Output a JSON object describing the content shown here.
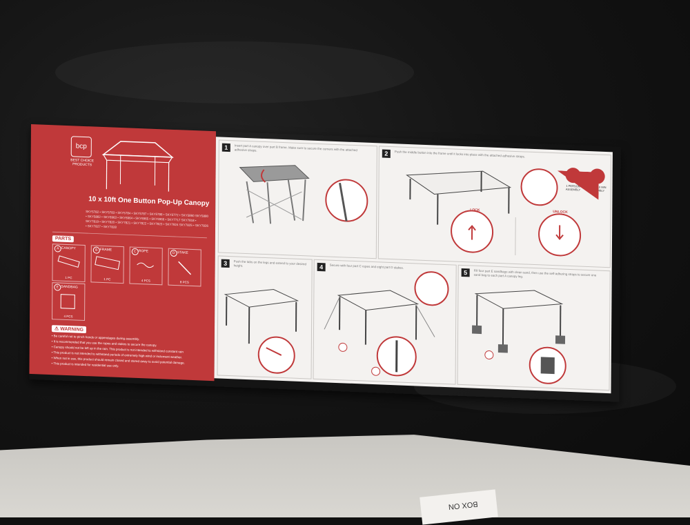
{
  "product": {
    "logo_text": "bcp",
    "logo_sub": "BEST CHOICE PRODUCTS",
    "title": "10 x 10ft One Button Pop-Up Canopy",
    "models": "SKY5782 • SKY5783 • SKY5784 • SKY5787 • SKY5788 • SKY5772 • SKY5860 SKY5880 • SKY5882 • SKY6963 • SKY6964 • SKY6965 • SKY6966 • SKY7717 SKY7818 • SKY7819 • SKY7820 • SKY7821 • SKY7822 • SKY7823 • SKY7824 SKY7825 • SKY7826 • SKY7827 • SKY7828"
  },
  "parts": {
    "header": "PARTS",
    "items": [
      {
        "letter": "A",
        "name": "CANOPY",
        "qty": "1 PC"
      },
      {
        "letter": "B",
        "name": "FRAME",
        "qty": "1 PC"
      },
      {
        "letter": "C",
        "name": "ROPE",
        "qty": "4 PCS"
      },
      {
        "letter": "D",
        "name": "STAKE",
        "qty": "8 PCS"
      },
      {
        "letter": "E",
        "name": "SANDBAG",
        "qty": "4 PCS"
      }
    ]
  },
  "warning": {
    "header": "WARNING",
    "lines": [
      "• Be careful not to pinch hands or appendages during assembly.",
      "• It is recommended that you use the ropes and stakes to secure the canopy.",
      "• Canopy should not be left up in the rain. This product is not intended to withstand constant rain",
      "• This product is not intended to withstand periods of extremely high wind or inclement weather.",
      "• When not in use, this product should remain closed and stored away to avoid potential damage.",
      "• This product is intended for residential use only."
    ]
  },
  "steps": [
    {
      "num": "1",
      "text": "Insert part A canopy over part B frame. Make sure to secure the corners with the attached adhesive straps."
    },
    {
      "num": "2",
      "text": "Push the middle button into the frame until it locks into place with the attached adhesive straps.",
      "lock": "LOCK",
      "unlock": "UNLOCK"
    },
    {
      "num": "3",
      "text": "Push the tabs on the legs and extend to your desired height."
    },
    {
      "num": "4",
      "text": "Secure with four part C ropes and eight part D stakes."
    },
    {
      "num": "5",
      "text": "Fill four part E sandbags with clean sand, then use the self-adhering straps to secure one sand bag to each part A canopy leg."
    }
  ],
  "badges": {
    "people": "1 PERSON ASSEMBLY",
    "tools": "UP TO 10 MIN ASSEMBLY"
  },
  "scrap_text": "BOX ON",
  "colors": {
    "brand_red": "#c0393a",
    "sheet": "#f4f2f0",
    "fabric": "#141414"
  }
}
